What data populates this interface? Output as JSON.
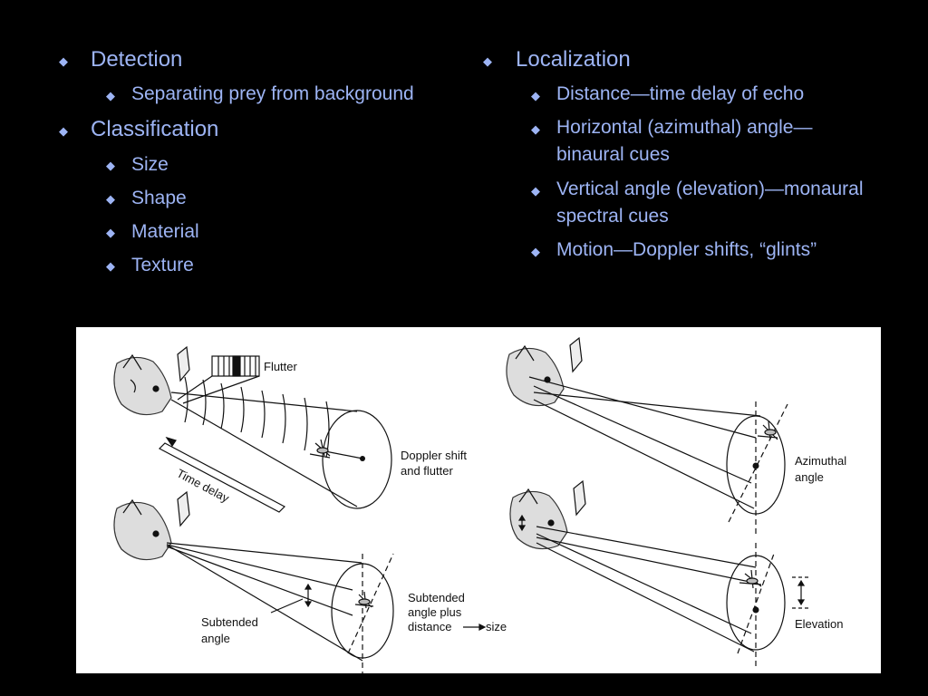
{
  "left_list": {
    "detection": "Detection",
    "detection_sub": [
      "Separating prey from background"
    ],
    "classification": "Classification",
    "classification_sub": [
      "Size",
      "Shape",
      "Material",
      "Texture"
    ]
  },
  "right_list": {
    "localization": "Localization",
    "localization_sub": [
      {
        "line1": "Distance—time delay of echo"
      },
      {
        "line1": "Horizontal (azimuthal) angle—",
        "line2": "binaural cues"
      },
      {
        "line1": "Vertical angle (elevation)—monaural",
        "line2": "spectral cues"
      },
      {
        "line1": "Motion—Doppler shifts, “glints”"
      }
    ]
  },
  "figure": {
    "flutter": "Flutter",
    "time_delay": "Time delay",
    "doppler_1": "Doppler shift",
    "doppler_2": "and flutter",
    "subtended_1": "Subtended",
    "subtended_2": "angle",
    "subt_plus_1": "Subtended",
    "subt_plus_2": "angle plus",
    "subt_plus_3": "distance",
    "subt_plus_4": "size",
    "azimuthal_1": "Azimuthal",
    "azimuthal_2": "angle",
    "elevation": "Elevation"
  },
  "colors": {
    "text": "#9db4f4",
    "background": "#000000",
    "figure_bg": "#ffffff"
  }
}
